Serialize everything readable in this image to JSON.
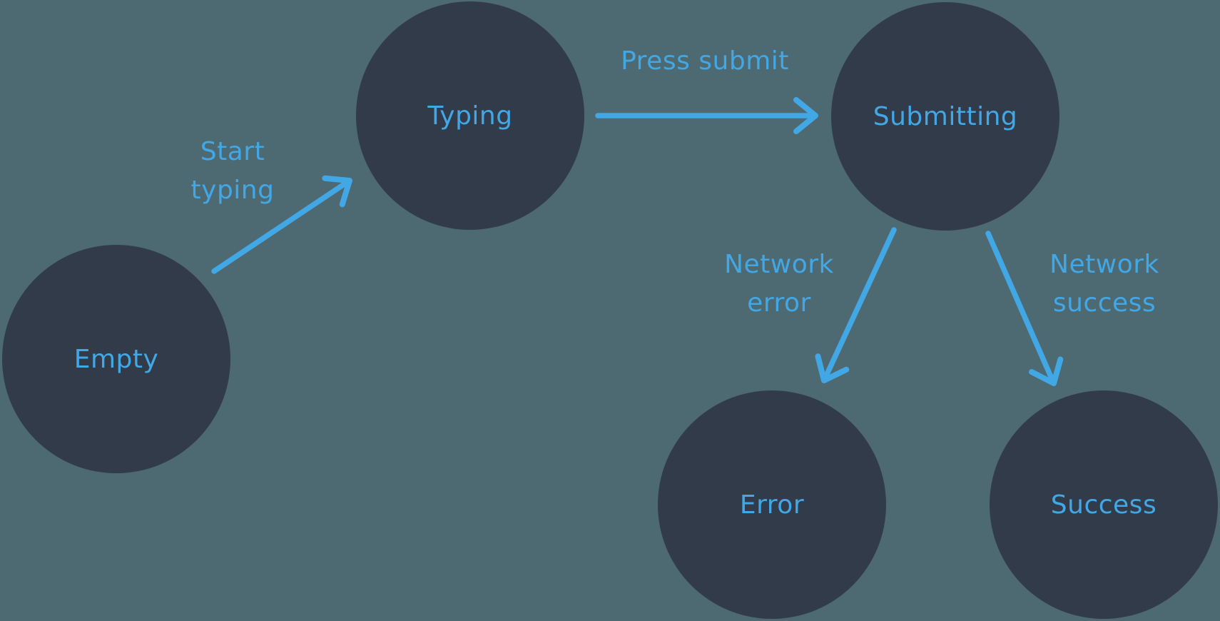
{
  "diagram": {
    "type": "state-machine",
    "states": [
      {
        "id": "empty",
        "label": "Empty"
      },
      {
        "id": "typing",
        "label": "Typing"
      },
      {
        "id": "submitting",
        "label": "Submitting"
      },
      {
        "id": "error",
        "label": "Error"
      },
      {
        "id": "success",
        "label": "Success"
      }
    ],
    "transitions": [
      {
        "id": "start-typing",
        "from": "Empty",
        "to": "Typing",
        "label": [
          "Start",
          "typing"
        ]
      },
      {
        "id": "press-submit",
        "from": "Typing",
        "to": "Submitting",
        "label": [
          "Press submit"
        ]
      },
      {
        "id": "network-error",
        "from": "Submitting",
        "to": "Error",
        "label": [
          "Network",
          "error"
        ]
      },
      {
        "id": "network-success",
        "from": "Submitting",
        "to": "Success",
        "label": [
          "Network",
          "success"
        ]
      }
    ],
    "colors": {
      "background": "#4D6972",
      "node": "#323B49",
      "accent": "#42A7E5"
    }
  }
}
